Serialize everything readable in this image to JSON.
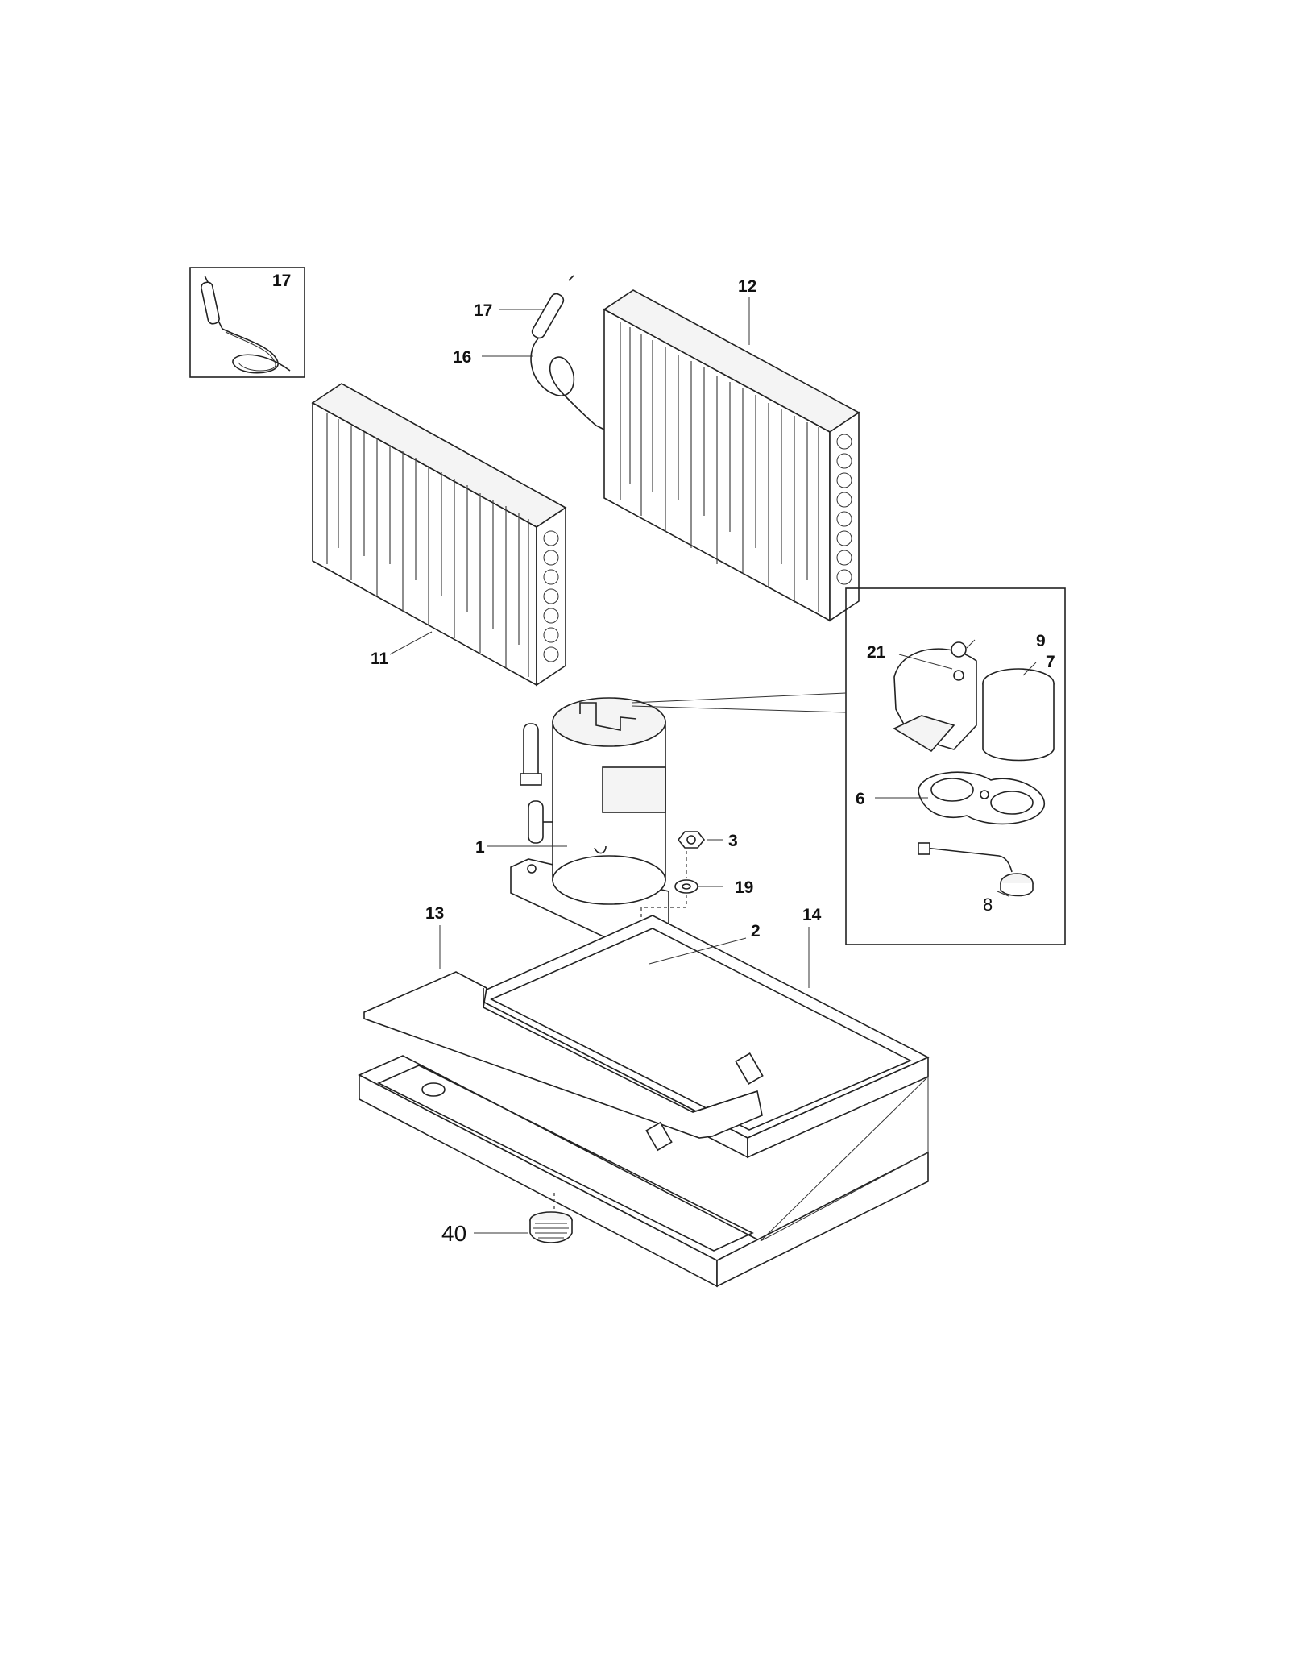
{
  "diagram": {
    "callouts": {
      "c17_inset": "17",
      "c17": "17",
      "c16": "16",
      "c12": "12",
      "c11": "11",
      "c9": "9",
      "c21": "21",
      "c7": "7",
      "c6": "6",
      "c8": "8",
      "c1": "1",
      "c3": "3",
      "c19": "19",
      "c13": "13",
      "c14": "14",
      "c2": "2",
      "c40": "40"
    }
  }
}
